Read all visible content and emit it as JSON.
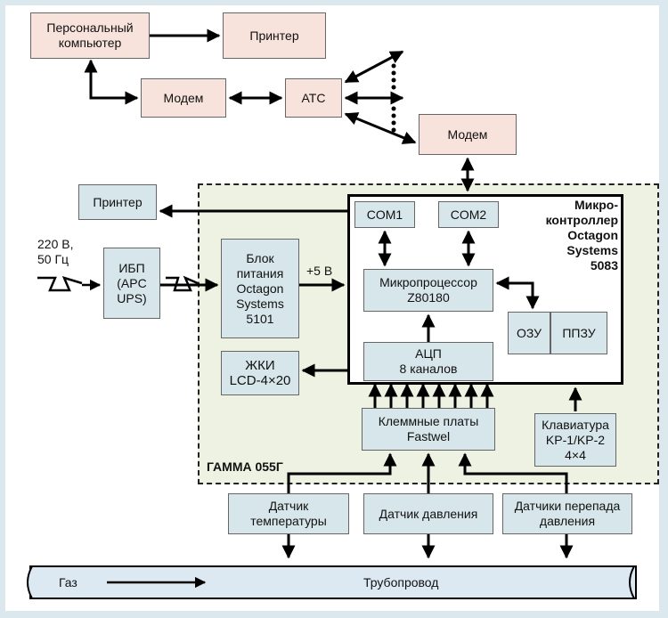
{
  "blocks": {
    "pc": "Персональный\nкомпьютер",
    "printer_top": "Принтер",
    "modem_left": "Модем",
    "ats": "АТС",
    "modem_right": "Модем",
    "printer_left": "Принтер",
    "ups": "ИБП\n(APC\nUPS)",
    "psu": "Блок\nпитания\nOctagon\nSystems\n5101",
    "lcd": "ЖКИ\nLCD-4×20",
    "com1": "COM1",
    "com2": "COM2",
    "cpu": "Микропроцессор\nZ80180",
    "ram": "ОЗУ",
    "rom": "ППЗУ",
    "adc": "АЦП\n8 каналов",
    "terminals": "Клеммные платы\nFastwel",
    "keyboard": "Клавиатура\nKP-1/KP-2\n4×4",
    "sensor_temp": "Датчик\nтемпературы",
    "sensor_pressure": "Датчик давления",
    "sensor_diff": "Датчики перепада\nдавления"
  },
  "labels": {
    "mains": "220 В,\n50 Гц",
    "plus5v": "+5 В",
    "controller": "Микро-\nконтроллер\nOctagon\nSystems\n5083",
    "system": "ГАММА 055Г",
    "gas": "Газ",
    "pipeline": "Трубопровод"
  },
  "colors": {
    "source_box": "#f7e2dc",
    "device_box": "#d7e6ea",
    "system_area": "#eef2e2",
    "pipe": "#dce9f2",
    "background": "#dbe9ef"
  }
}
